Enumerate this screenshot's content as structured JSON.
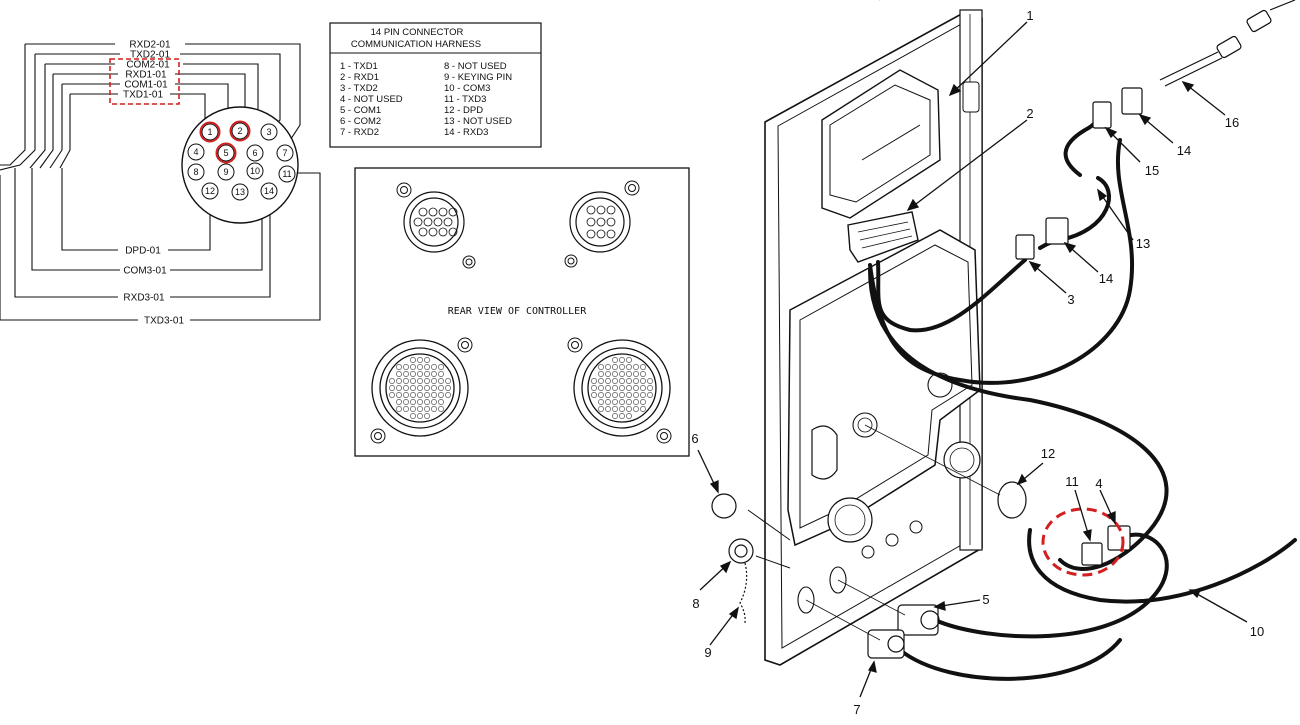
{
  "wiring": {
    "top_signals": [
      "RXD2-01",
      "TXD2-01",
      "COM2-01",
      "RXD1-01",
      "COM1-01",
      "TXD1-01"
    ],
    "bottom_signals": [
      "DPD-01",
      "COM3-01",
      "RXD3-01",
      "TXD3-01"
    ]
  },
  "connector_face_pins": [
    "1",
    "2",
    "3",
    "4",
    "5",
    "6",
    "7",
    "8",
    "9",
    "10",
    "11",
    "12",
    "13",
    "14"
  ],
  "pin_table": {
    "title_line1": "14 PIN CONNECTOR",
    "title_line2": "COMMUNICATION HARNESS",
    "left_rows": [
      "1 - TXD1",
      "2 - RXD1",
      "3 - TXD2",
      "4 - NOT USED",
      "5 - COM1",
      "6 - COM2",
      "7 - RXD2"
    ],
    "right_rows": [
      "8 - NOT USED",
      "9 - KEYING PIN",
      "10 - COM3",
      "11 - TXD3",
      "12 - DPD",
      "13 - NOT USED",
      "14 - RXD3"
    ]
  },
  "rear_view": {
    "label": "REAR VIEW OF CONTROLLER"
  },
  "callouts": [
    "1",
    "2",
    "3",
    "4",
    "5",
    "6",
    "7",
    "8",
    "9",
    "10",
    "11",
    "12",
    "13",
    "14",
    "14",
    "15",
    "16"
  ],
  "colors": {
    "line": "#111111",
    "highlight": "#d21f1f",
    "paper": "#ffffff"
  }
}
